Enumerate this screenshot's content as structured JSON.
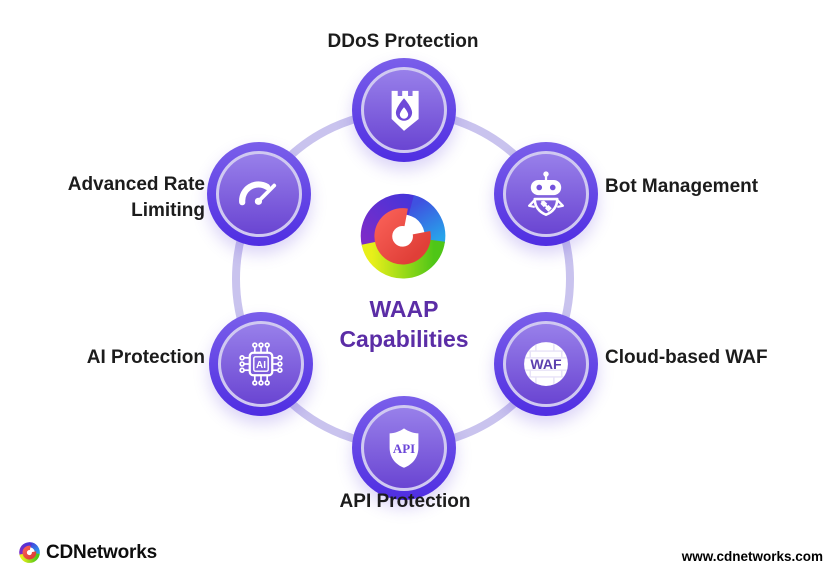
{
  "title": {
    "line1": "WAAP",
    "line2": "Capabilities",
    "full": "WAAP Capabilities"
  },
  "nodes": [
    {
      "id": "ddos",
      "label": "DDoS Protection",
      "icon": "shield-flame-icon"
    },
    {
      "id": "bot",
      "label": "Bot Management",
      "icon": "robot-icon"
    },
    {
      "id": "waf",
      "label": "Cloud-based WAF",
      "icon": "waf-wall-icon",
      "icon_text": "WAF"
    },
    {
      "id": "api",
      "label": "API Protection",
      "icon": "api-shield-icon",
      "icon_text": "API"
    },
    {
      "id": "ai",
      "label": "AI Protection",
      "icon": "ai-chip-icon",
      "icon_text": "AI"
    },
    {
      "id": "rate",
      "label": "Advanced Rate Limiting",
      "icon": "speedometer-icon",
      "label_lines": [
        "Advanced Rate",
        "Limiting"
      ]
    }
  ],
  "footer": {
    "brand": "CDNetworks",
    "website": "www.cdnetworks.com"
  },
  "colors": {
    "node_outer_top": "#7a5fea",
    "node_outer_bottom": "#4f2ee2",
    "node_inner_top": "#9880ea",
    "node_inner_bottom": "#6a45d2",
    "node_light_ring": "#d0c9f1",
    "connector_ring": "#c9c3ee",
    "title_purple": "#5b2da6",
    "label_text": "#1c1c1c",
    "icon_purple": "#6f49d8",
    "logo_purple": "#5a2bd2",
    "logo_blue": "#27a3ea",
    "logo_red": "#f4564f",
    "logo_green": "#4fc617",
    "logo_yellow": "#e8ef1a"
  }
}
